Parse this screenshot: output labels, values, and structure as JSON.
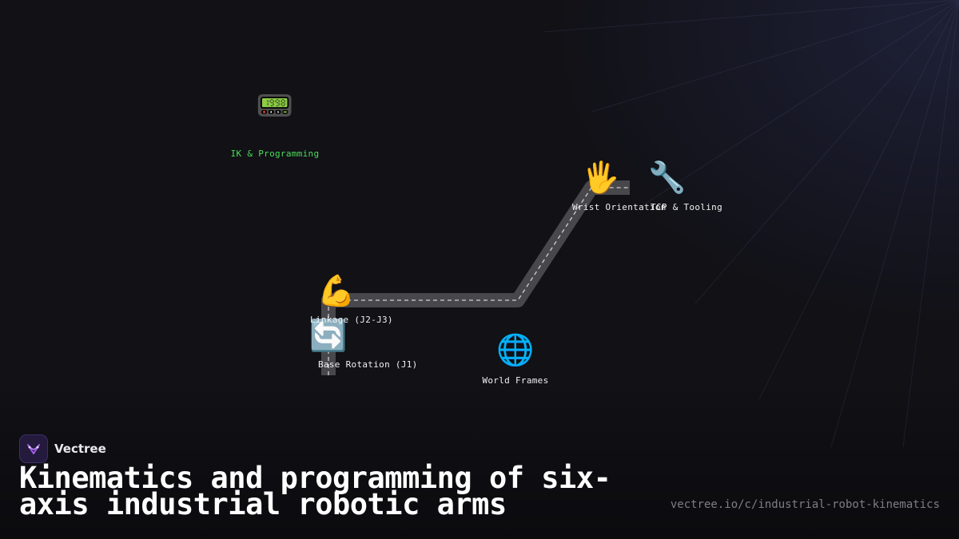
{
  "brand": {
    "name": "Vectree",
    "logo_icon": "vectree-logo-icon",
    "logo_color": "#a45ee8"
  },
  "title": "Kinematics and programming of six-axis industrial robotic arms",
  "url": "vectree.io/c/industrial-robot-kinematics",
  "colors": {
    "background": "#111116",
    "road": "#4a4a4e",
    "road_dash": "#d8d8d8",
    "active_label": "#4ade5a",
    "label": "#f2f2f2"
  },
  "nodes": [
    {
      "id": "ik-programming",
      "label": "IK & Programming",
      "icon": "pager-icon",
      "glyph": "📟",
      "state": "active"
    },
    {
      "id": "tcp-tooling",
      "label": "TCP & Tooling",
      "icon": "wrench-icon",
      "glyph": "🔧",
      "state": "default"
    },
    {
      "id": "wrist-orientation",
      "label": "Wrist Orientation",
      "icon": "raised-hand-icon",
      "glyph": "🖐️",
      "state": "default"
    },
    {
      "id": "linkage",
      "label": "Linkage (J2-J3)",
      "icon": "flexed-biceps-icon",
      "glyph": "💪",
      "state": "default"
    },
    {
      "id": "base-rotation",
      "label": "Base Rotation (J1)",
      "icon": "rotation-arrows-icon",
      "glyph": "🔄",
      "state": "default"
    },
    {
      "id": "world-frames",
      "label": "World Frames",
      "icon": "globe-icon",
      "glyph": "🌐",
      "state": "default"
    }
  ]
}
